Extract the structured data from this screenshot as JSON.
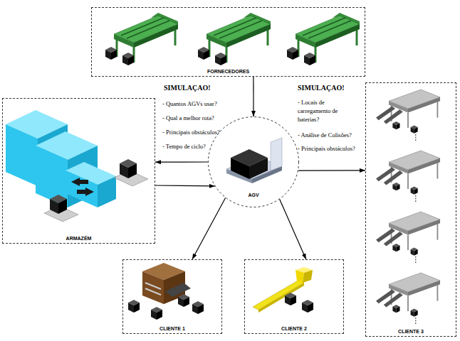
{
  "diagram": {
    "nodes": [
      {
        "text": [
          "FORNECEDORES"
        ]
      },
      {
        "text": [
          "ARMAZÉM"
        ]
      },
      {
        "text": [
          "AGV"
        ]
      },
      {
        "text": [
          "CLIENTE 1"
        ]
      },
      {
        "text": [
          "CLIENTE 2"
        ]
      },
      {
        "text": [
          "CLIENTE 3"
        ]
      }
    ],
    "edges": [
      {
        "from": 0,
        "to": 2,
        "arrow": "to"
      },
      {
        "from": 2,
        "to": 1,
        "arrow": "to"
      },
      {
        "from": 1,
        "to": 2,
        "arrow": "to"
      },
      {
        "from": 2,
        "to": 5,
        "arrow": "to"
      },
      {
        "from": 2,
        "to": 3,
        "arrow": "to"
      },
      {
        "from": 2,
        "to": 4,
        "arrow": "to"
      }
    ],
    "labels": [
      "SIMULAÇAO!",
      "- Quantos AGVs usar?",
      "- Qual a melhor rota?",
      "- Principais obstáculos?",
      "- Tempo de ciclo?",
      "SIMULAÇAO!",
      "- Locais de carregamento de baterias?",
      "- Análise de Colisões?",
      "- Principais obstáculos?"
    ]
  }
}
